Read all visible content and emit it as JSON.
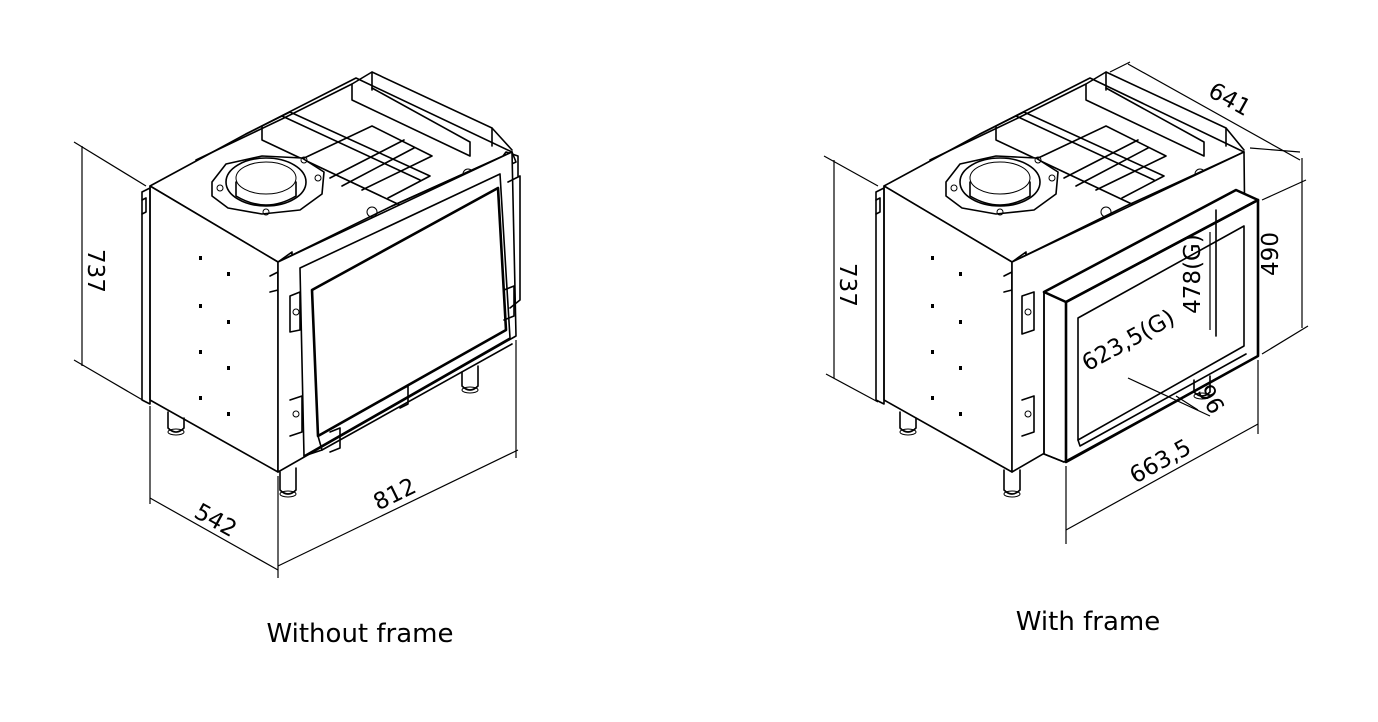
{
  "left": {
    "caption": "Without frame",
    "dims": {
      "height": "737",
      "depth": "542",
      "width": "812"
    }
  },
  "right": {
    "caption": "With frame",
    "dims": {
      "height": "737",
      "depth": "641",
      "frame_height": "490",
      "glass_height": "478(G)",
      "glass_width": "623,5(G)",
      "frame_depth": "96",
      "frame_width": "663,5"
    }
  }
}
